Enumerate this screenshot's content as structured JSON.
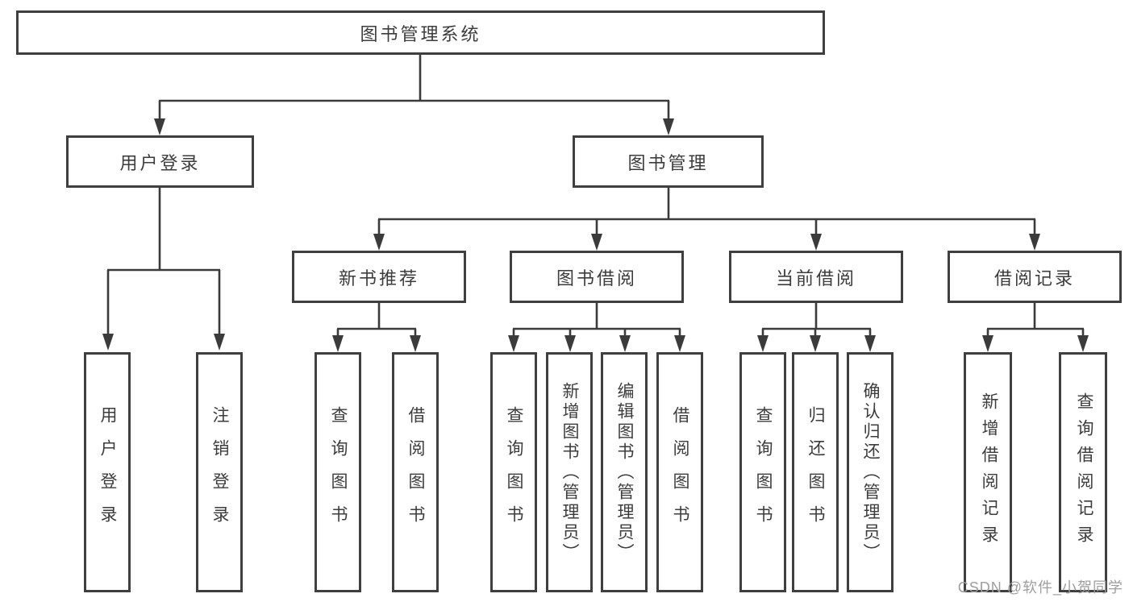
{
  "diagram": {
    "type": "tree",
    "root": {
      "label": "图书管理系统"
    },
    "branches": [
      {
        "label": "用户登录",
        "children": [
          {
            "label": "用户登录"
          },
          {
            "label": "注销登录"
          }
        ]
      },
      {
        "label": "图书管理",
        "children": [
          {
            "label": "新书推荐",
            "children": [
              {
                "label": "查询图书"
              },
              {
                "label": "借阅图书"
              }
            ]
          },
          {
            "label": "图书借阅",
            "children": [
              {
                "label": "查询图书"
              },
              {
                "label": "新增图书（管理员）"
              },
              {
                "label": "编辑图书（管理员）"
              },
              {
                "label": "借阅图书"
              }
            ]
          },
          {
            "label": "当前借阅",
            "children": [
              {
                "label": "查询图书"
              },
              {
                "label": "归还图书"
              },
              {
                "label": "确认归还（管理员）"
              }
            ]
          },
          {
            "label": "借阅记录",
            "children": [
              {
                "label": "新增借阅记录"
              },
              {
                "label": "查询借阅记录"
              }
            ]
          }
        ]
      }
    ]
  },
  "colors": {
    "line": "#3b3b3b",
    "box_border": "#3f3f3f",
    "text": "#3c3c3c",
    "watermark": "#9e9e9e"
  },
  "watermark": "CSDN @软件_小贺同学"
}
